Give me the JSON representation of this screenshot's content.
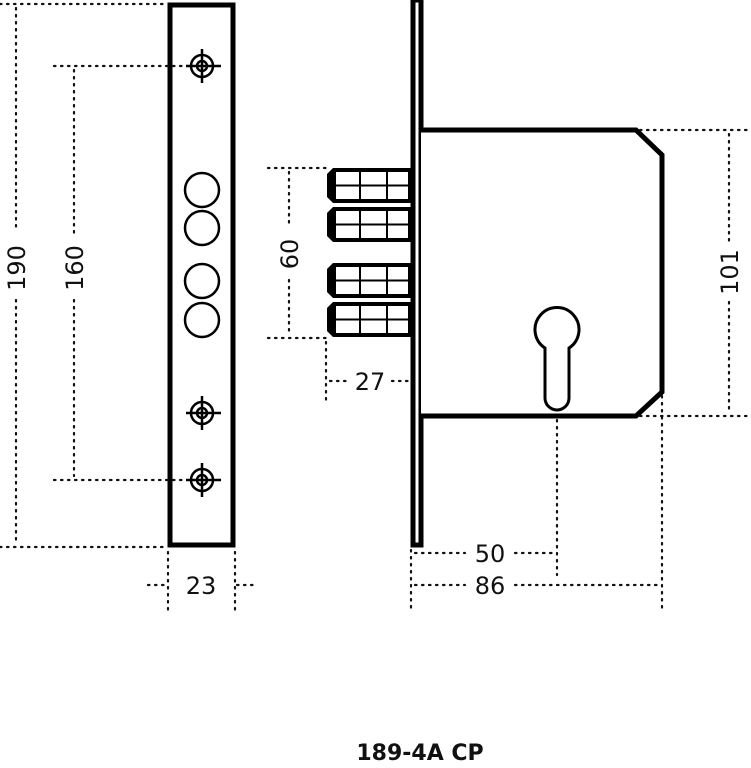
{
  "title": "189-4A CP",
  "dimensions": {
    "faceplate_height": "190",
    "screw_spacing": "160",
    "faceplate_width": "23",
    "bolt_span": "60",
    "bolt_projection": "27",
    "body_height": "101",
    "backset": "50",
    "body_depth": "86"
  }
}
